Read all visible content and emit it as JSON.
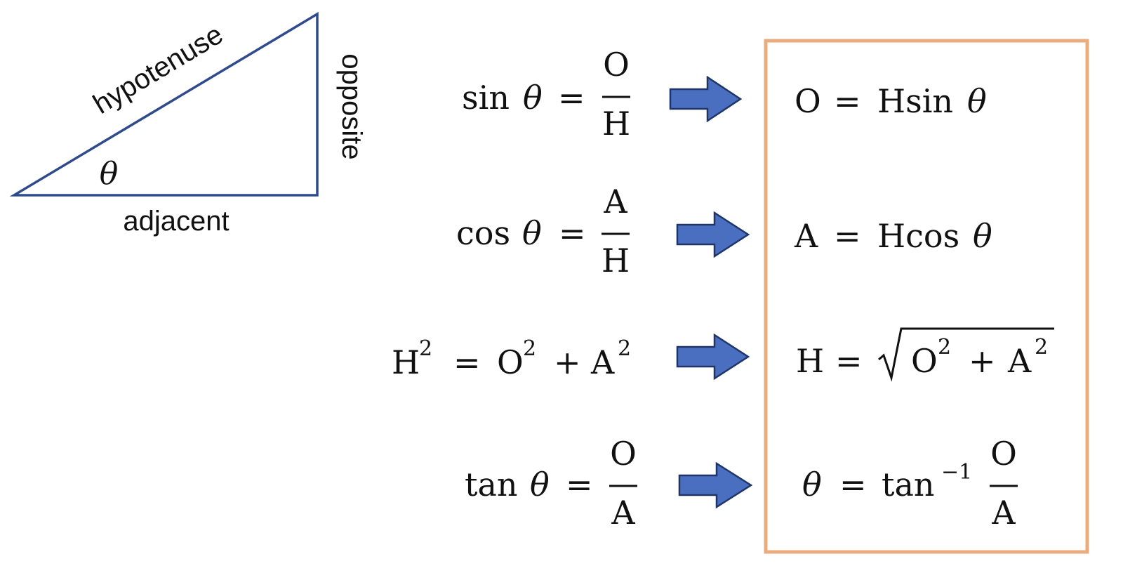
{
  "colors": {
    "triangle_stroke": "#2f4b8c",
    "arrow_fill": "#4a6fc1",
    "arrow_stroke": "#1f3567",
    "box_stroke": "#e8ac7f",
    "text": "#111111"
  },
  "triangle": {
    "hypotenuse_label": "hypotenuse",
    "opposite_label": "opposite",
    "adjacent_label": "adjacent",
    "angle_label": "θ"
  },
  "symbols": {
    "theta": "θ",
    "equals": "=",
    "plus": "+",
    "squared": "2",
    "inverse": "−1",
    "sqrt": "√"
  },
  "equations": {
    "sin": {
      "func": "sin",
      "num": "O",
      "den": "H"
    },
    "cos": {
      "func": "cos",
      "num": "A",
      "den": "H"
    },
    "pyth": {
      "lhs": "H",
      "t1": "O",
      "t2": "A"
    },
    "tan": {
      "func": "tan",
      "num": "O",
      "den": "A"
    }
  },
  "results": {
    "opposite": {
      "lhs": "O",
      "rhs": "Hsin"
    },
    "adjacent": {
      "lhs": "A",
      "rhs": "Hcos"
    },
    "hypotenuse": {
      "lhs": "H",
      "t1": "O",
      "t2": "A"
    },
    "angle": {
      "func": "tan",
      "num": "O",
      "den": "A"
    }
  }
}
